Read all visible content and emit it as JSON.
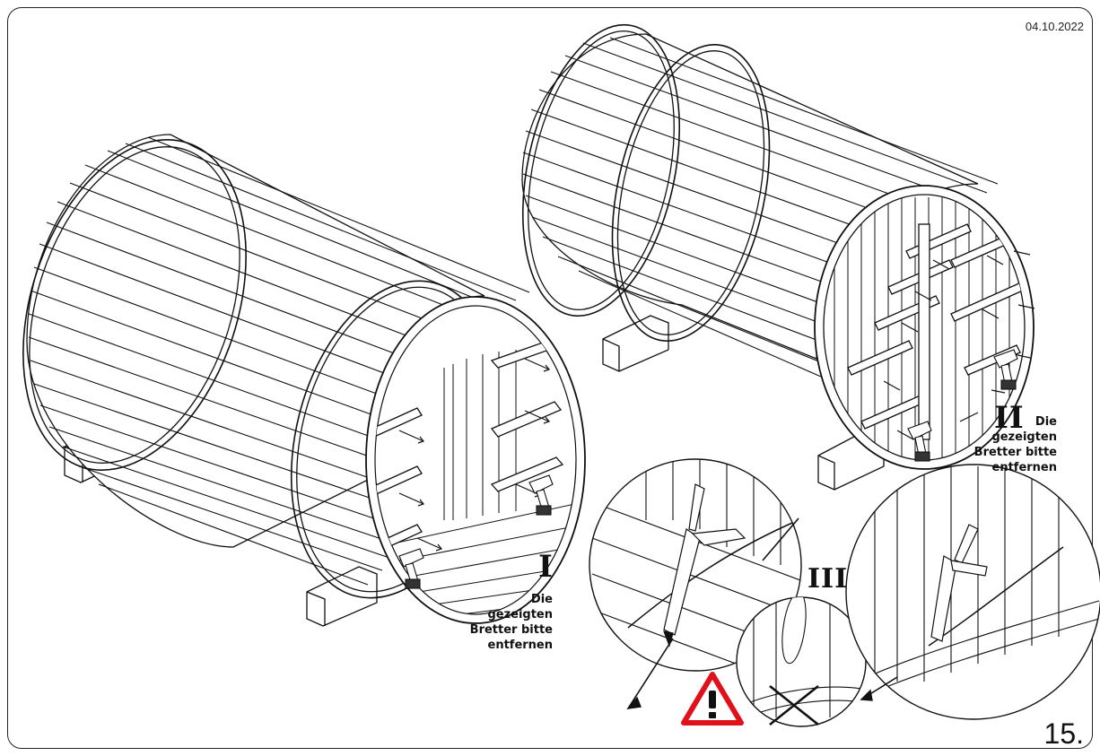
{
  "date": "04.10.2022",
  "page_number": "15.",
  "steps": [
    {
      "numeral": "I",
      "note_lines": [
        "Die",
        "gezeigten",
        "Bretter bitte",
        "entfernen"
      ]
    },
    {
      "numeral": "II",
      "note_lines": [
        "Die",
        "gezeigten",
        "Bretter bitte",
        "entfernen"
      ]
    },
    {
      "numeral": "III"
    }
  ],
  "icons": [
    "warning-icon",
    "drill-icon",
    "caulking-gun-icon",
    "cross-mark-icon"
  ],
  "colors": {
    "line": "#111111",
    "warning": "#e1111b",
    "background": "#ffffff"
  }
}
